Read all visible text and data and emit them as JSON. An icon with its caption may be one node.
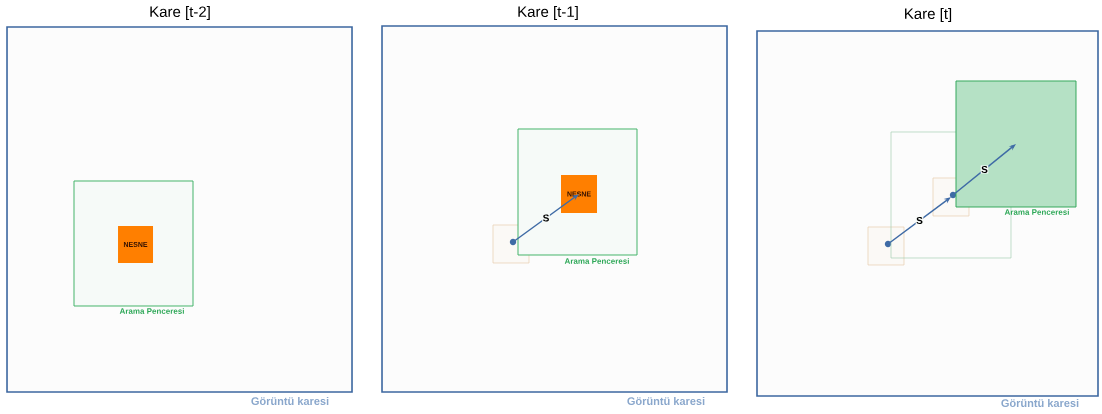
{
  "diagram": {
    "nodes": [
      {
        "text": [
          "Kare [t-2]"
        ],
        "beside": [
          "Görüntü karesi"
        ]
      },
      {
        "text": [
          "Arama Penceresi"
        ],
        "in": 0
      },
      {
        "text": [
          "NESNE"
        ],
        "in": 1
      },
      {
        "text": [
          "Kare [t-1]"
        ],
        "beside": [
          "Görüntü karesi"
        ]
      },
      {
        "text": [],
        "shape": "box",
        "in": 3
      },
      {
        "text": [
          "Arama Penceresi"
        ],
        "in": 3
      },
      {
        "text": [
          "NESNE"
        ],
        "in": 5
      },
      {
        "text": [
          "Kare [t]"
        ],
        "beside": [
          "Görüntü karesi"
        ]
      },
      {
        "text": [],
        "shape": "box",
        "in": 7
      },
      {
        "text": [],
        "shape": "box",
        "in": 7
      },
      {
        "text": [],
        "shape": "box",
        "in": 9
      },
      {
        "text": [
          "Arama Penceresi"
        ],
        "in": 7
      }
    ],
    "edges": [
      {
        "from": 4,
        "to": 6,
        "arrow": "to",
        "label": "S"
      },
      {
        "from": 8,
        "to": 10,
        "arrow": "to",
        "label": "S"
      },
      {
        "from": 10,
        "to": 11,
        "arrow": "to",
        "label": "S"
      }
    ]
  }
}
